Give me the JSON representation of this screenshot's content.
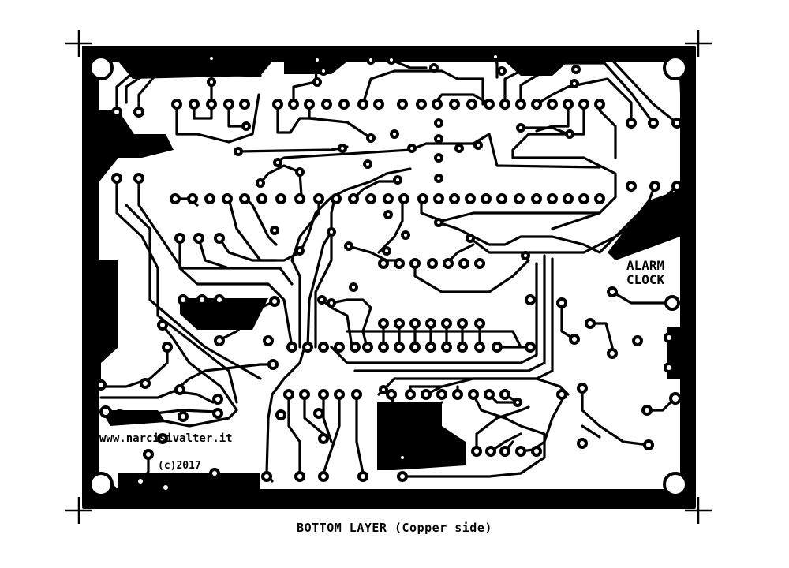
{
  "board": {
    "label_line1": "ALARM",
    "label_line2": "CLOCK",
    "website": "www.narcisivalter.it",
    "copyright": "(c)2017"
  },
  "caption": "BOTTOM LAYER (Copper side)",
  "colors": {
    "copper": "#000000",
    "background": "#ffffff"
  }
}
